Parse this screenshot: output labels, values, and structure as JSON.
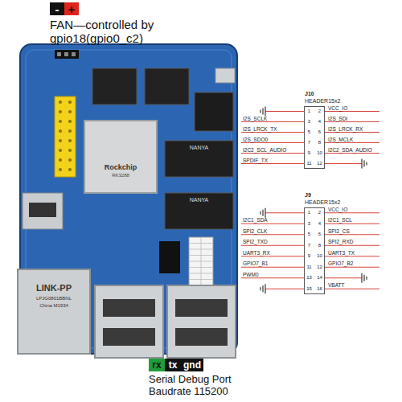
{
  "diagram": {
    "nodes": [
      {
        "text": [
          "-"
        ]
      },
      {
        "text": [
          "+"
        ]
      },
      {
        "text": [
          "J10",
          "HEADER15x2"
        ]
      },
      {
        "text": [
          "J9",
          "HEADER15x2"
        ]
      },
      {
        "text": [
          "rx"
        ]
      },
      {
        "text": [
          "tx"
        ]
      },
      {
        "text": [
          "gnd"
        ]
      }
    ],
    "labels": [
      "FAN—controlled by gpio18(gpio0_c2)",
      "Rockchip",
      "RK3288",
      "NANYA",
      "NANYA",
      "LINK-PP",
      "LPJG0801BBNL",
      "China M1934",
      "1",
      "2",
      "3",
      "4",
      "5",
      "6",
      "7",
      "8",
      "9",
      "10",
      "11",
      "12",
      "I2S_SCLK",
      "I2S_LRCK_TX",
      "I2S_SDO0",
      "I2C2_SCL_AUDIO",
      "SPDIF_TX",
      "VCC_IO",
      "I2S_SDI",
      "I2S_LRCK_RX",
      "I2S_MCLK",
      "I2C2_SDA_AUDIO",
      "1",
      "2",
      "3",
      "4",
      "5",
      "6",
      "7",
      "8",
      "9",
      "10",
      "11",
      "12",
      "13",
      "14",
      "15",
      "16",
      "I2C1_SDA",
      "SPI2_CLK",
      "SPI2_TXD",
      "UART3_RX",
      "GPIO7_B1",
      "PWM0",
      "VCC_IO",
      "I2C1_SCL",
      "SPI2_CS",
      "SPI2_RXD",
      "UART3_TX",
      "GPIO7_B2",
      "VBATT",
      "Serial Debug Port Baudrate 115200"
    ]
  }
}
